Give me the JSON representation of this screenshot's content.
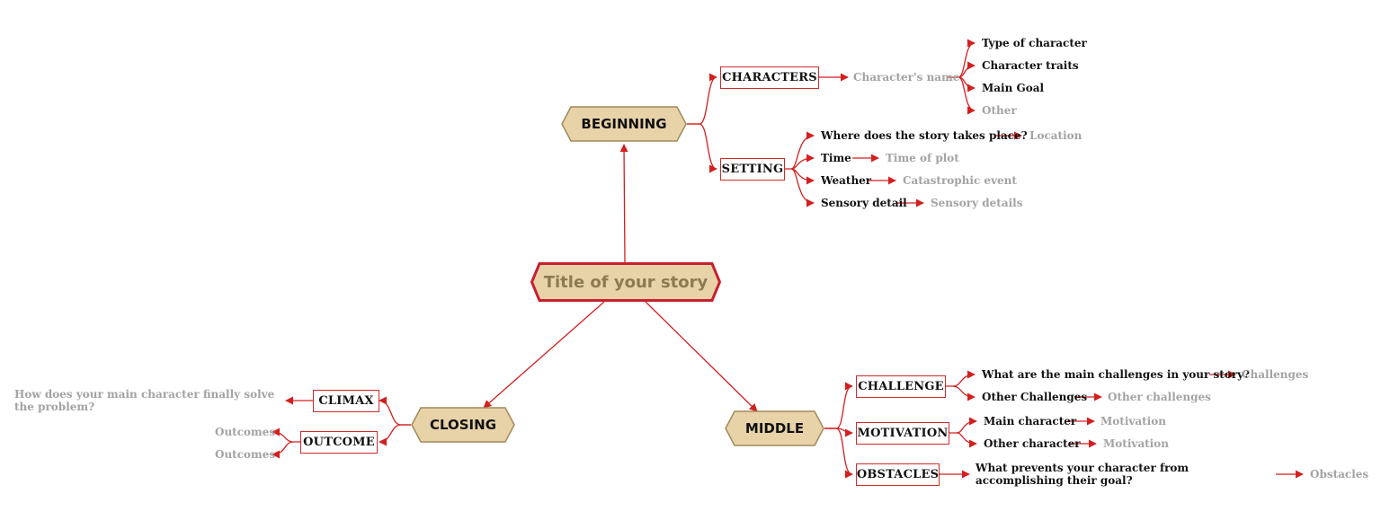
{
  "colors": {
    "link": "#d41f1f",
    "hex_fill": "#e8d3a9",
    "hex_border": "#a08a5c",
    "central_border": "#c8202f",
    "grey_text": "#a3a3a3"
  },
  "central": {
    "title": "Title of your story"
  },
  "beginning": {
    "label": "BEGINNING",
    "characters": {
      "label": "CHARACTERS",
      "name": "Character's name",
      "items": [
        "Type of character",
        "Character traits",
        "Main Goal",
        "Other"
      ]
    },
    "setting": {
      "label": "SETTING",
      "items": [
        {
          "q": "Where does the story takes place?",
          "a": "Location"
        },
        {
          "q": "Time",
          "a": "Time of plot"
        },
        {
          "q": "Weather",
          "a": "Catastrophic event"
        },
        {
          "q": "Sensory detail",
          "a": "Sensory details"
        }
      ]
    }
  },
  "middle": {
    "label": "MIDDLE",
    "challenge": {
      "label": "CHALLENGE",
      "items": [
        {
          "q": "What are the main challenges in your story?",
          "a": "Challenges"
        },
        {
          "q": "Other Challenges",
          "a": "Other challenges"
        }
      ]
    },
    "motivation": {
      "label": "MOTIVATION",
      "items": [
        {
          "q": "Main character",
          "a": "Motivation"
        },
        {
          "q": "Other character",
          "a": "Motivation"
        }
      ]
    },
    "obstacles": {
      "label": "OBSTACLES",
      "question": "What prevents your character from accomplishing their goal?",
      "answer": "Obstacles"
    }
  },
  "closing": {
    "label": "CLOSING",
    "climax": {
      "label": "CLIMAX",
      "text": "How does your main character finally solve the problem?"
    },
    "outcome": {
      "label": "OUTCOME",
      "items": [
        "Outcomes",
        "Outcomes"
      ]
    }
  }
}
